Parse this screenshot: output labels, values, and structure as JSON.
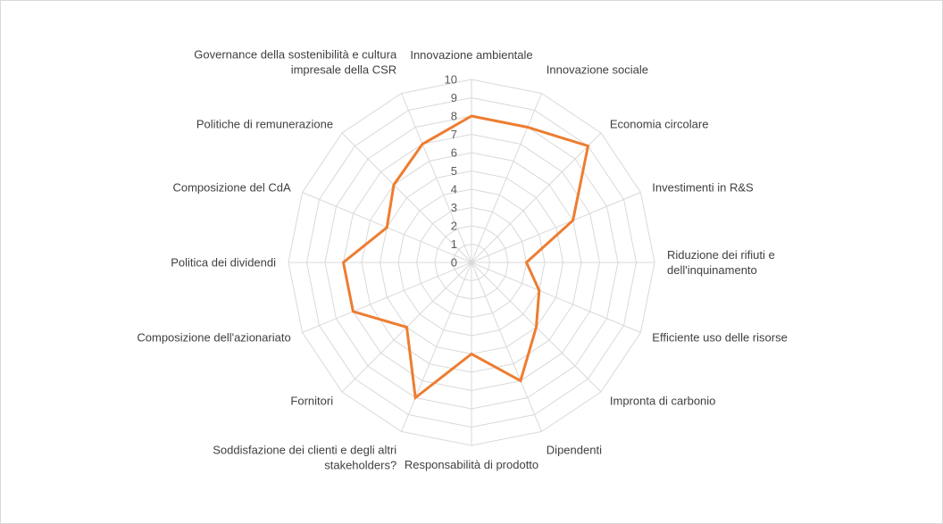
{
  "chart_data": {
    "type": "radar",
    "categories": [
      [
        "Innovazione ambientale"
      ],
      [
        "Innovazione sociale"
      ],
      [
        "Economia circolare"
      ],
      [
        "Investimenti in R&S"
      ],
      [
        "Riduzione dei rifiuti e",
        "dell'inquinamento"
      ],
      [
        "Efficiente uso delle risorse"
      ],
      [
        "Impronta di carbonio"
      ],
      [
        "Dipendenti"
      ],
      [
        "Responsabilità di prodotto"
      ],
      [
        "Soddisfazione dei clienti e degli altri",
        "stakeholders?"
      ],
      [
        "Fornitori"
      ],
      [
        "Composizione dell'azionariato"
      ],
      [
        "Politica dei dividendi"
      ],
      [
        "Composizione del CdA"
      ],
      [
        "Politiche di remunerazione"
      ],
      [
        "Governance della sostenibilità e cultura",
        "impresale della CSR"
      ]
    ],
    "series": [
      {
        "values": [
          8,
          8,
          9,
          6,
          3,
          4,
          5,
          7,
          5,
          8,
          5,
          7,
          7,
          5,
          6,
          7
        ]
      }
    ],
    "rlim": [
      0,
      10
    ],
    "ticks": [
      "0",
      "1",
      "2",
      "3",
      "4",
      "5",
      "6",
      "7",
      "8",
      "9",
      "10"
    ],
    "grid": true,
    "legend": "none",
    "colors": {
      "series": "#ed7d31",
      "grid": "#d9d9d9",
      "text": "#404040"
    }
  }
}
